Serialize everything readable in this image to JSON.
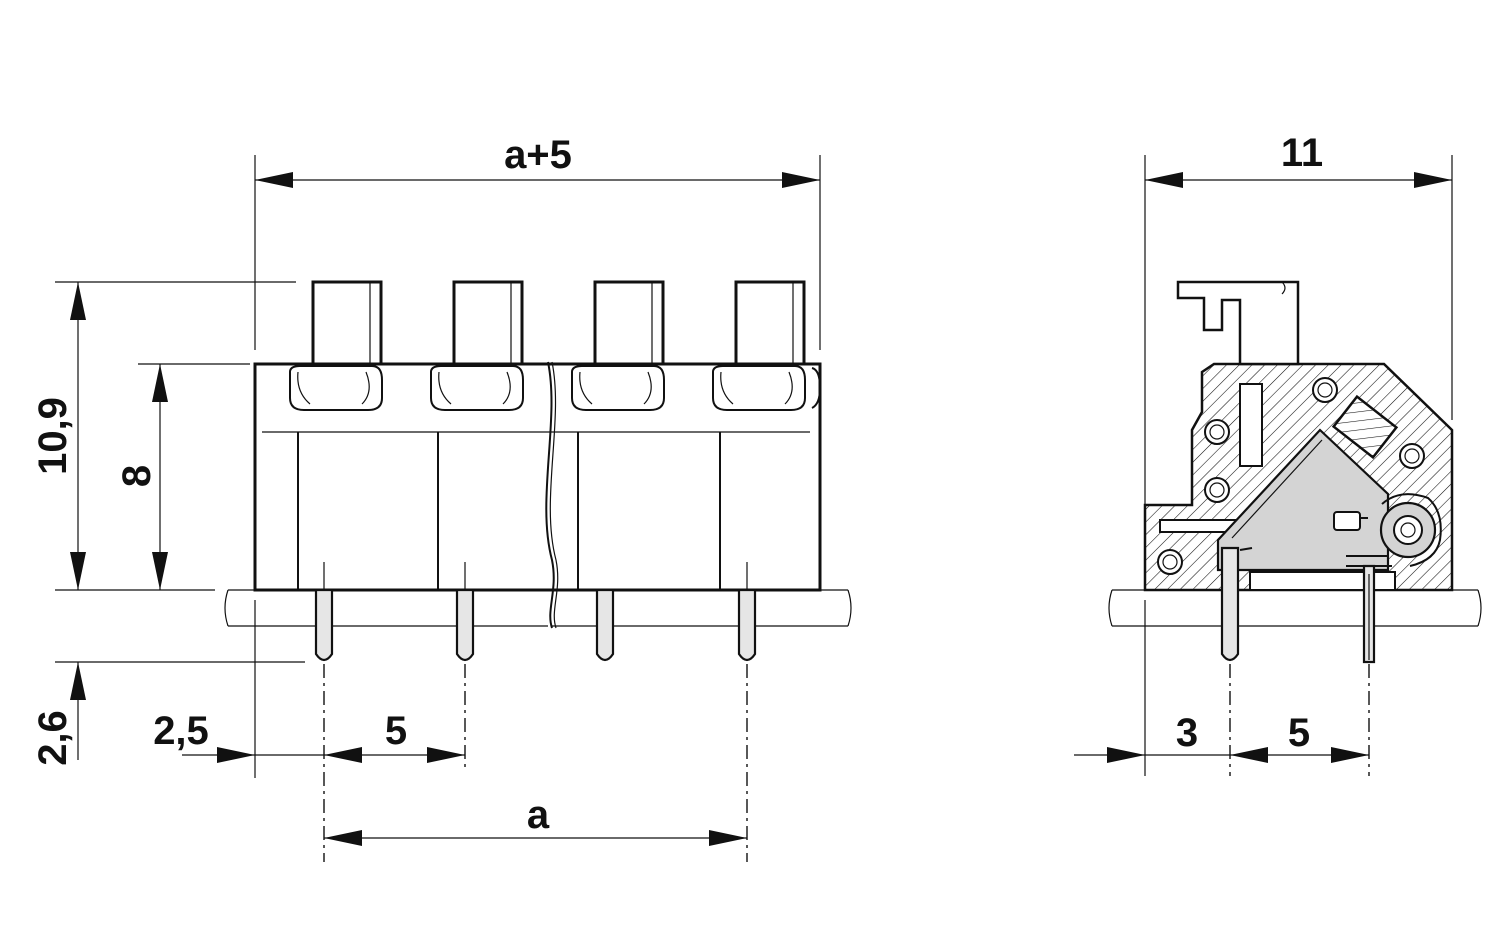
{
  "front_view": {
    "dims": {
      "overall_width": "a+5",
      "overall_height": "10,9",
      "body_height": "8",
      "pin_length": "2,6",
      "edge_offset": "2,5",
      "pitch": "5",
      "span": "a"
    }
  },
  "side_view": {
    "dims": {
      "depth": "11",
      "pin_offset": "3",
      "pin_spacing": "5"
    }
  },
  "colors": {
    "line": "#111111",
    "insert_grey": "#d4d4d4",
    "pin_grey": "#e6e6e6"
  }
}
